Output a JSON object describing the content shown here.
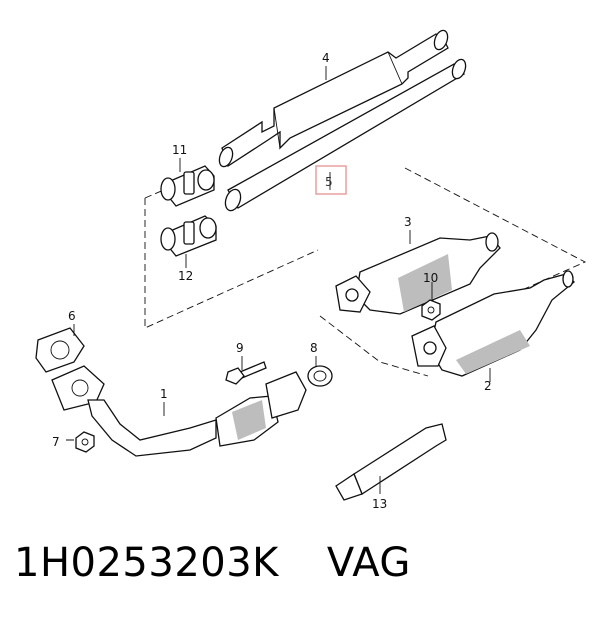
{
  "diagram": {
    "callouts": [
      {
        "id": "c1",
        "label": "1"
      },
      {
        "id": "c2",
        "label": "2"
      },
      {
        "id": "c3",
        "label": "3"
      },
      {
        "id": "c4",
        "label": "4"
      },
      {
        "id": "c5",
        "label": "5",
        "highlighted": true
      },
      {
        "id": "c6",
        "label": "6"
      },
      {
        "id": "c7",
        "label": "7"
      },
      {
        "id": "c8",
        "label": "8"
      },
      {
        "id": "c9",
        "label": "9"
      },
      {
        "id": "c10",
        "label": "10"
      },
      {
        "id": "c11",
        "label": "11"
      },
      {
        "id": "c12",
        "label": "12"
      },
      {
        "id": "c13",
        "label": "13"
      }
    ],
    "highlight_color": "#e8a0a0"
  },
  "caption": {
    "part_number": "1H0253203K",
    "brand": "VAG"
  }
}
